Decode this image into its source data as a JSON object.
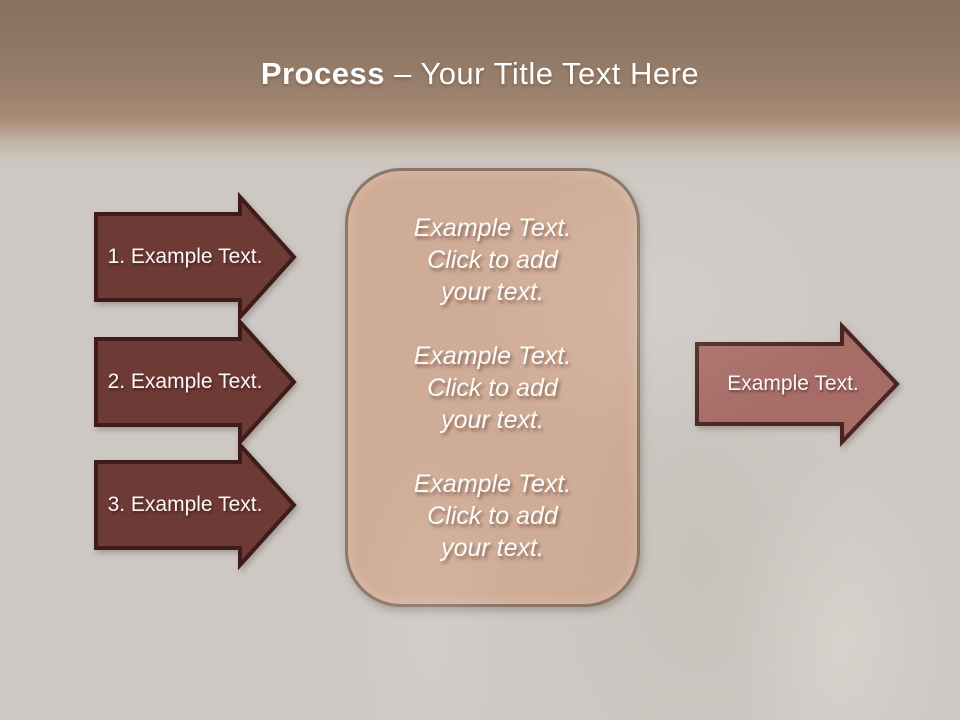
{
  "title": {
    "emphasis": "Process",
    "remainder": " – Your Title Text Here"
  },
  "left_arrows": [
    {
      "label": "1. Example Text."
    },
    {
      "label": "2. Example Text."
    },
    {
      "label": "3. Example Text."
    }
  ],
  "center_box": {
    "blocks": [
      {
        "lines": [
          "Example Text.",
          "Click  to add",
          "your text."
        ]
      },
      {
        "lines": [
          "Example Text.",
          "Click  to add",
          "your text."
        ]
      },
      {
        "lines": [
          "Example Text.",
          "Click  to add",
          "your text."
        ]
      }
    ]
  },
  "right_arrow": {
    "label": "Example Text."
  },
  "colors": {
    "background": "#cdc8c3",
    "header_top": "#867160",
    "header_mid": "#aa8d77",
    "left_arrow_fill": "#6d3a36",
    "left_arrow_stroke": "#3d1c1a",
    "right_arrow_fill": "#a76c67",
    "right_arrow_stroke": "#4a2420",
    "box_fill": "#cfac97",
    "box_stroke": "#8b7667",
    "text": "#ffffff"
  }
}
